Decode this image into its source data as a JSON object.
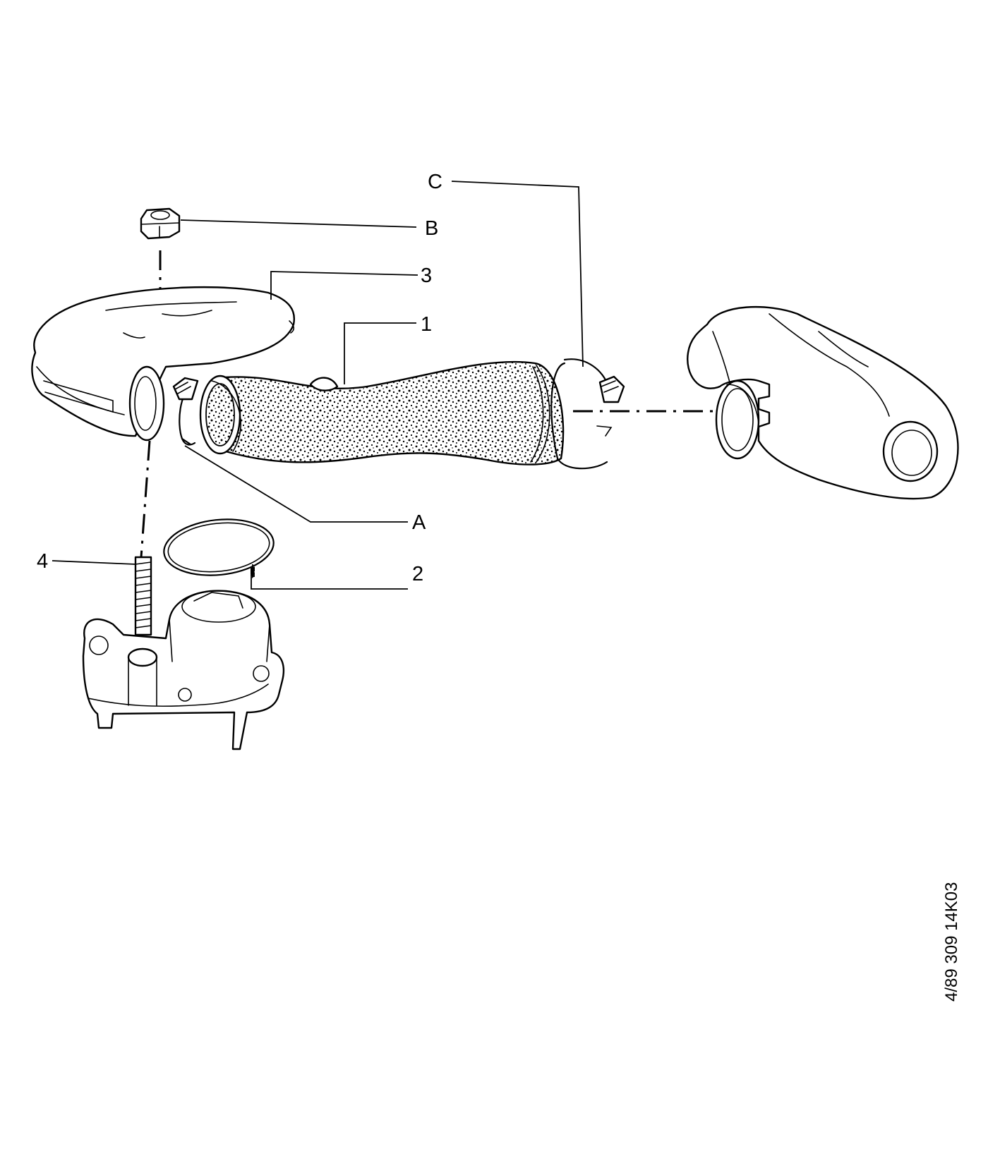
{
  "diagram": {
    "callouts": {
      "c": "C",
      "b": "B",
      "three": "3",
      "one": "1",
      "a": "A",
      "two": "2",
      "four": "4"
    },
    "reference_code": "4/89  309  14K03"
  }
}
